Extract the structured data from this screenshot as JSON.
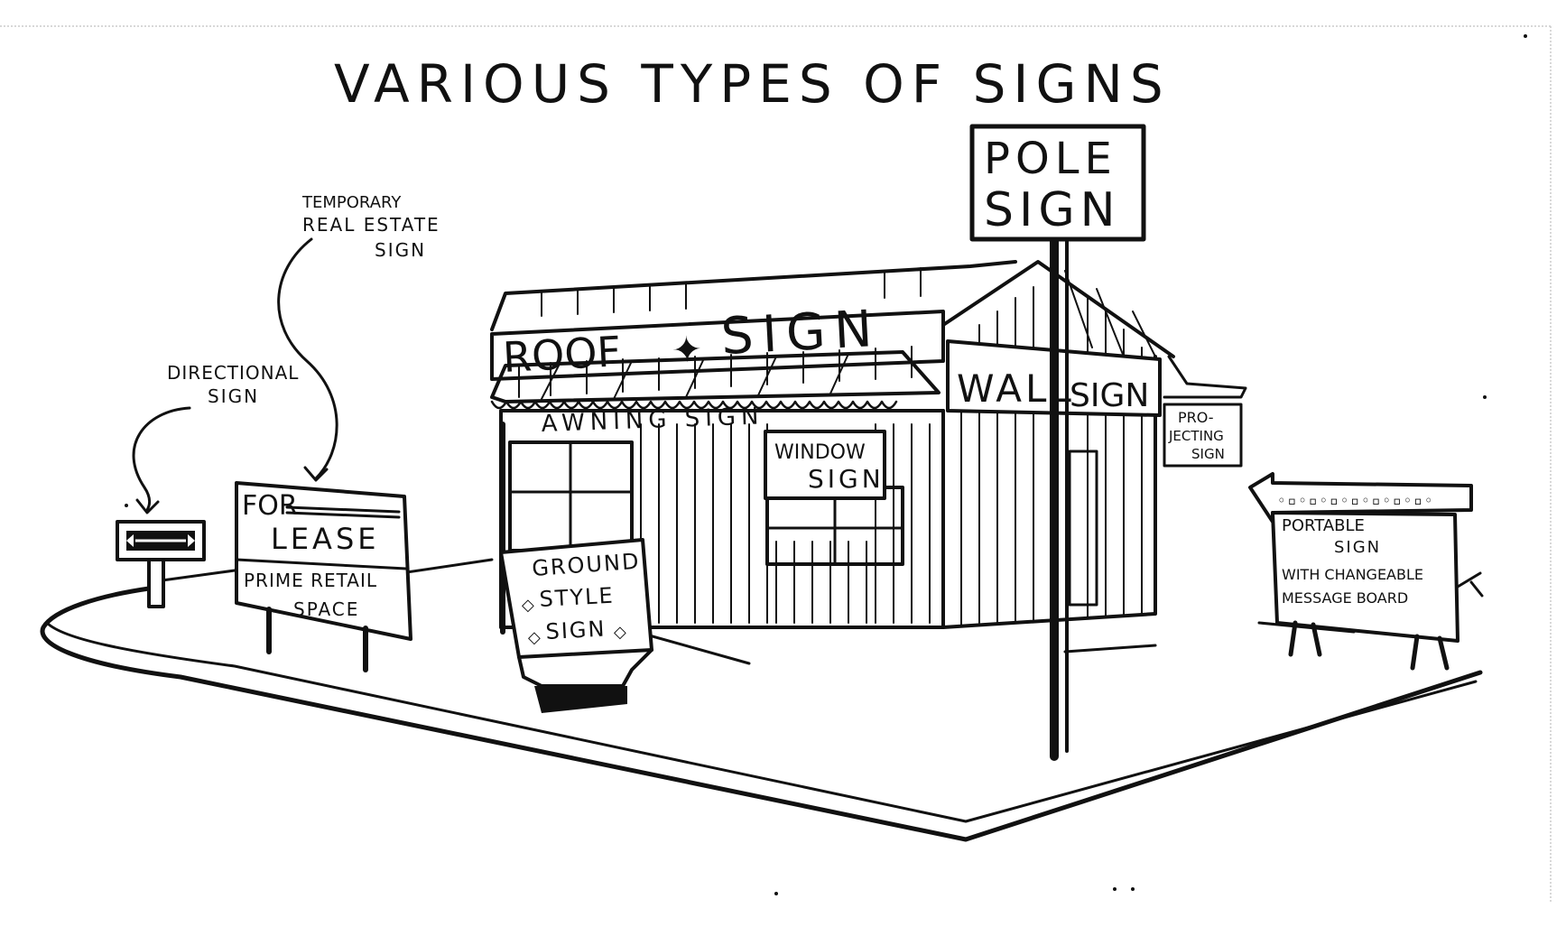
{
  "title": "VARIOUS TYPES OF SIGNS",
  "labels": {
    "temporary_real_estate_line1": "TEMPORARY",
    "temporary_real_estate_line2": "REAL ESTATE",
    "temporary_real_estate_line3": "SIGN",
    "directional_line1": "DIRECTIONAL",
    "directional_line2": "SIGN"
  },
  "signs": {
    "pole_line1": "POLE",
    "pole_line2": "SIGN",
    "roof_left": "ROOF",
    "roof_right": "SIGN",
    "awning": "AWNING SIGN",
    "wall_left": "WALL",
    "wall_right": "SIGN",
    "window_line1": "WINDOW",
    "window_line2": "SIGN",
    "projecting_line1": "PRO-",
    "projecting_line2": "JECTING",
    "projecting_line3": "SIGN",
    "for_lease_line1": "FOR",
    "for_lease_line2": "LEASE",
    "for_lease_line3": "PRIME RETAIL",
    "for_lease_line4": "SPACE",
    "ground_line1": "GROUND",
    "ground_line2": "STYLE",
    "ground_line3": "SIGN",
    "portable_line1": "PORTABLE",
    "portable_line2": "SIGN",
    "portable_line3": "WITH CHANGEABLE",
    "portable_line4": "MESSAGE BOARD"
  },
  "colors": {
    "ink": "#111111",
    "paper": "#ffffff",
    "frame": "#cccccc"
  }
}
